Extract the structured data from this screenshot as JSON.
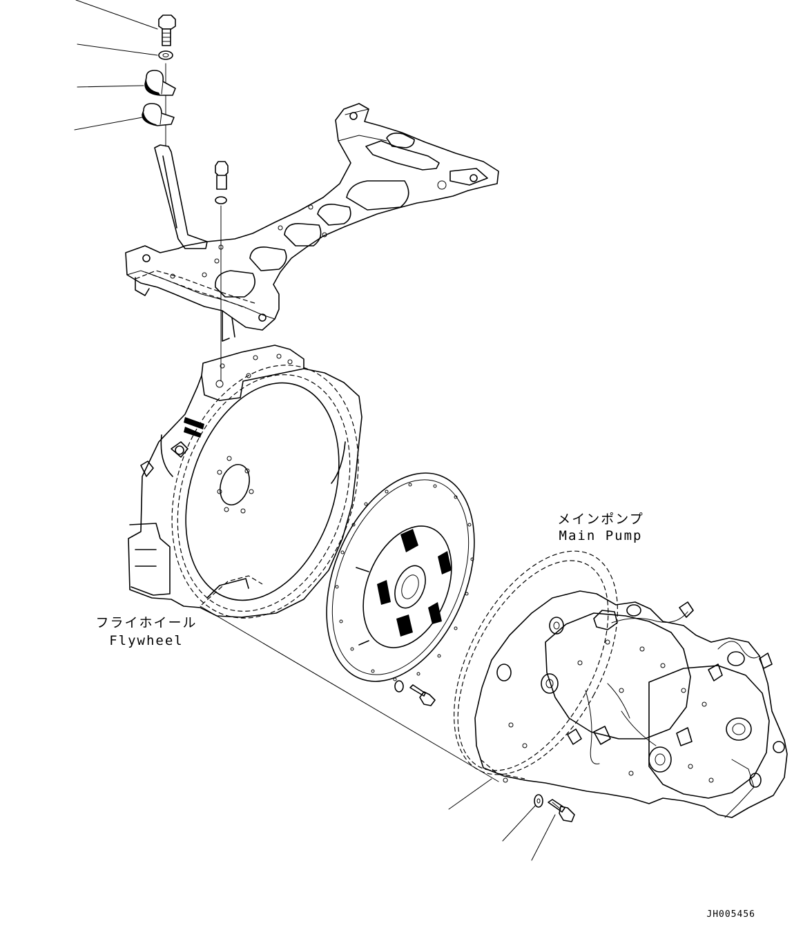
{
  "labels": {
    "flywheel_jp": "フライホイール",
    "flywheel_en": "Flywheel",
    "main_pump_jp": "メインポンプ",
    "main_pump_en": "Main Pump"
  },
  "drawing_code": "JH005456"
}
